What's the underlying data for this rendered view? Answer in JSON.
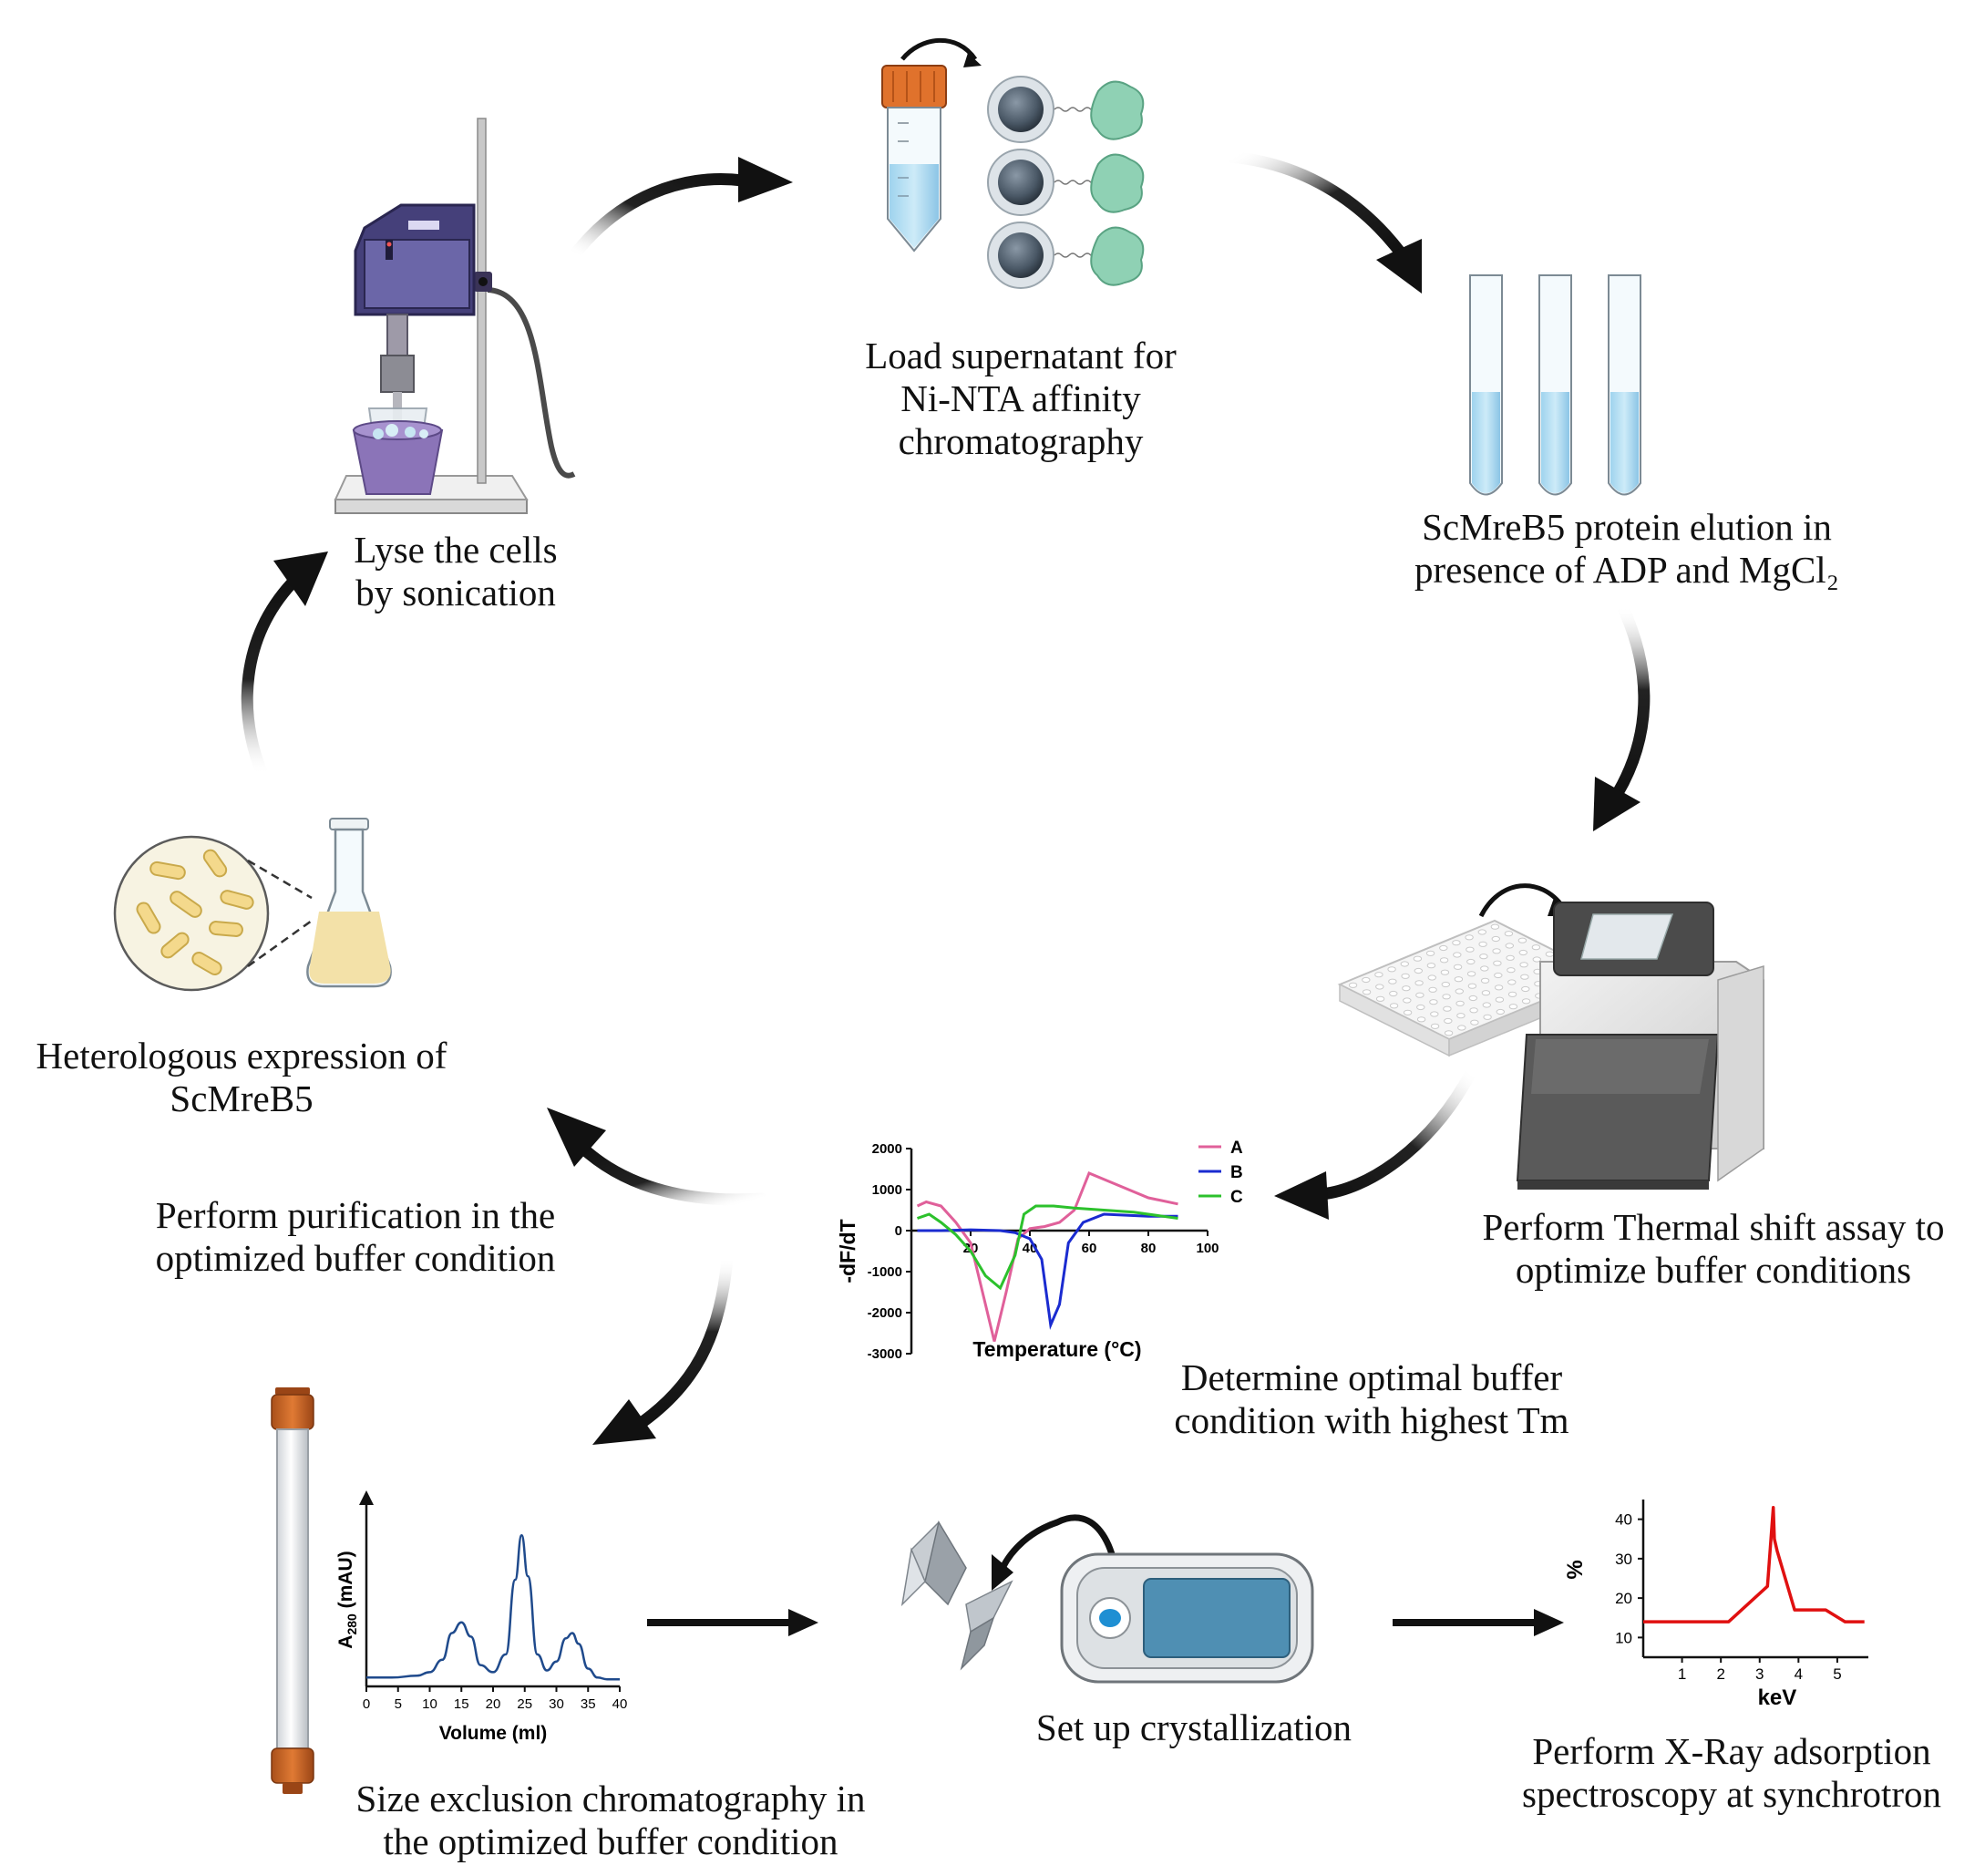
{
  "steps": {
    "lyse": [
      "Lyse the cells",
      "by sonication"
    ],
    "load": [
      "Load supernatant for",
      "Ni-NTA affinity",
      "chromatography"
    ],
    "elution": [
      "ScMreB5 protein elution in",
      "presence of ADP and MgCl₂"
    ],
    "thermal": [
      "Perform Thermal shift assay to",
      "optimize buffer conditions"
    ],
    "determine": [
      "Determine optimal buffer",
      "condition with highest Tm"
    ],
    "expression": [
      "Heterologous expression  of",
      "ScMreB5"
    ],
    "purification": [
      "Perform purification in the",
      "optimized buffer condition"
    ],
    "sec": [
      "Size exclusion chromatography in",
      "the optimized buffer condition"
    ],
    "crystal": [
      "Set up crystallization"
    ],
    "xray": [
      "Perform X-Ray adsorption",
      "spectroscopy at synchrotron"
    ]
  },
  "chart_data": [
    {
      "type": "line",
      "xlabel": "Temperature (°C)",
      "ylabel": "-dF/dT",
      "xlim": [
        0,
        100
      ],
      "ylim": [
        -3000,
        2000
      ],
      "xticks": [
        20,
        40,
        60,
        80,
        100
      ],
      "yticks": [
        2000,
        1000,
        0,
        -1000,
        -2000,
        -3000
      ],
      "legend_position": "top-right",
      "series": [
        {
          "name": "A",
          "color": "#e0609a",
          "x": [
            2,
            5,
            10,
            15,
            20,
            25,
            28,
            32,
            36,
            40,
            45,
            50,
            55,
            60,
            70,
            80,
            90
          ],
          "y": [
            600,
            700,
            600,
            200,
            -300,
            -1800,
            -2700,
            -1500,
            -200,
            50,
            100,
            200,
            500,
            1400,
            1100,
            800,
            650
          ]
        },
        {
          "name": "B",
          "color": "#1a2bd0",
          "x": [
            2,
            10,
            20,
            30,
            35,
            40,
            44,
            47,
            50,
            53,
            58,
            65,
            80,
            90
          ],
          "y": [
            0,
            0,
            20,
            0,
            -50,
            -200,
            -700,
            -2300,
            -1800,
            -300,
            200,
            400,
            350,
            350
          ]
        },
        {
          "name": "C",
          "color": "#2cc12c",
          "x": [
            2,
            6,
            10,
            15,
            20,
            25,
            30,
            35,
            38,
            42,
            48,
            55,
            65,
            75,
            85,
            90
          ],
          "y": [
            300,
            400,
            200,
            -100,
            -500,
            -1100,
            -1400,
            -600,
            400,
            600,
            600,
            550,
            500,
            450,
            350,
            300
          ]
        }
      ]
    },
    {
      "type": "line",
      "xlabel": "Volume (ml)",
      "ylabel": "A280 (mAU)",
      "ylabel_main": "A",
      "ylabel_sub": "280",
      "ylabel_rest": " (mAU)",
      "xlim": [
        0,
        40
      ],
      "xticks": [
        0,
        5,
        10,
        15,
        20,
        25,
        30,
        35,
        40
      ],
      "series": [
        {
          "color": "#1f4a8c",
          "x": [
            0,
            4,
            8,
            10,
            12,
            13.5,
            15,
            16.5,
            18,
            20,
            22,
            23.5,
            24.5,
            25.5,
            27,
            28.5,
            30,
            31.5,
            32.5,
            33.5,
            35,
            36.5,
            38,
            40
          ],
          "y": [
            5,
            5,
            6,
            8,
            15,
            30,
            36,
            28,
            12,
            8,
            18,
            60,
            85,
            62,
            18,
            9,
            14,
            27,
            30,
            24,
            10,
            5,
            4,
            4
          ]
        }
      ]
    },
    {
      "type": "line",
      "xlabel": "keV",
      "ylabel": "%",
      "xlim": [
        0,
        5.8
      ],
      "ylim": [
        5,
        45
      ],
      "xticks": [
        1,
        2,
        3,
        4,
        5
      ],
      "yticks": [
        10,
        20,
        30,
        40
      ],
      "series": [
        {
          "color": "#e01010",
          "x": [
            0,
            1.0,
            2.2,
            3.2,
            3.35,
            3.38,
            3.45,
            3.9,
            4.7,
            5.2,
            5.7
          ],
          "y": [
            14,
            14,
            14,
            23,
            43,
            35,
            32,
            17,
            17,
            14,
            14
          ]
        }
      ]
    }
  ]
}
